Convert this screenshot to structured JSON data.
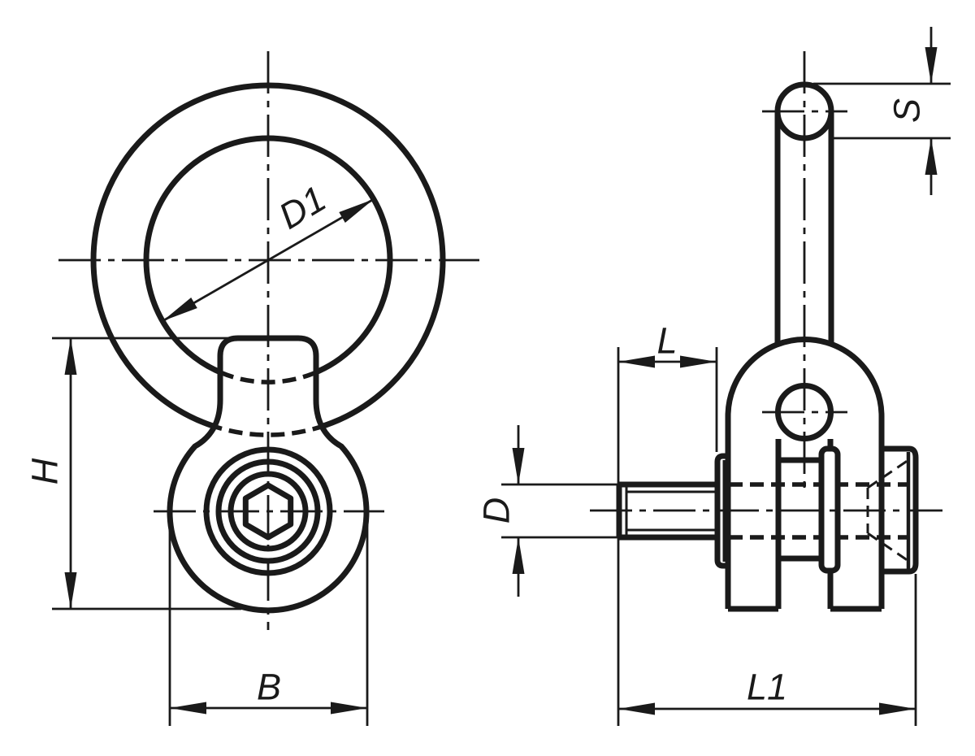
{
  "drawing": {
    "kind": "technical-drawing",
    "background_color": "#ffffff",
    "stroke_color": "#1a1a1a",
    "views": {
      "front_view": {
        "name": "front-view"
      },
      "side_view": {
        "name": "side-view"
      }
    },
    "dimension_labels": {
      "d1": "D1",
      "h": "H",
      "b": "B",
      "s": "S",
      "l": "L",
      "d": "D",
      "l1": "L1"
    }
  }
}
